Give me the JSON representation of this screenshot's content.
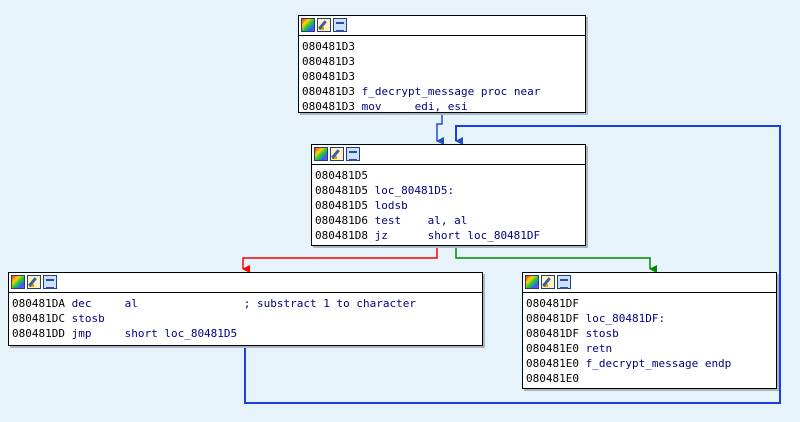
{
  "colors": {
    "background": "#e6f3fb",
    "edge_normal": "#2050c8",
    "edge_false": "#ff0000",
    "edge_true": "#008800",
    "code_text": "#000080"
  },
  "header_icons": [
    "graph-color-icon",
    "edit-pencil-icon",
    "text-view-icon"
  ],
  "nodes": {
    "n1": {
      "lines": [
        {
          "addr": "080481D3",
          "code": ""
        },
        {
          "addr": "080481D3",
          "code": ""
        },
        {
          "addr": "080481D3",
          "code": ""
        },
        {
          "addr": "080481D3",
          "code": "f_decrypt_message proc near"
        },
        {
          "addr": "080481D3",
          "code": "mov     edi, esi"
        }
      ]
    },
    "n2": {
      "lines": [
        {
          "addr": "080481D5",
          "code": ""
        },
        {
          "addr": "080481D5",
          "code": "loc_80481D5:"
        },
        {
          "addr": "080481D5",
          "code": "lodsb"
        },
        {
          "addr": "080481D6",
          "code": "test    al, al"
        },
        {
          "addr": "080481D8",
          "code": "jz      short loc_80481DF"
        }
      ]
    },
    "n3": {
      "lines": [
        {
          "addr": "080481DA",
          "code": "dec     al                ; substract 1 to character"
        },
        {
          "addr": "080481DC",
          "code": "stosb"
        },
        {
          "addr": "080481DD",
          "code": "jmp     short loc_80481D5"
        }
      ]
    },
    "n4": {
      "lines": [
        {
          "addr": "080481DF",
          "code": ""
        },
        {
          "addr": "080481DF",
          "code": "loc_80481DF:"
        },
        {
          "addr": "080481DF",
          "code": "stosb"
        },
        {
          "addr": "080481E0",
          "code": "retn"
        },
        {
          "addr": "080481E0",
          "code": "f_decrypt_message endp"
        },
        {
          "addr": "080481E0",
          "code": ""
        }
      ]
    }
  }
}
